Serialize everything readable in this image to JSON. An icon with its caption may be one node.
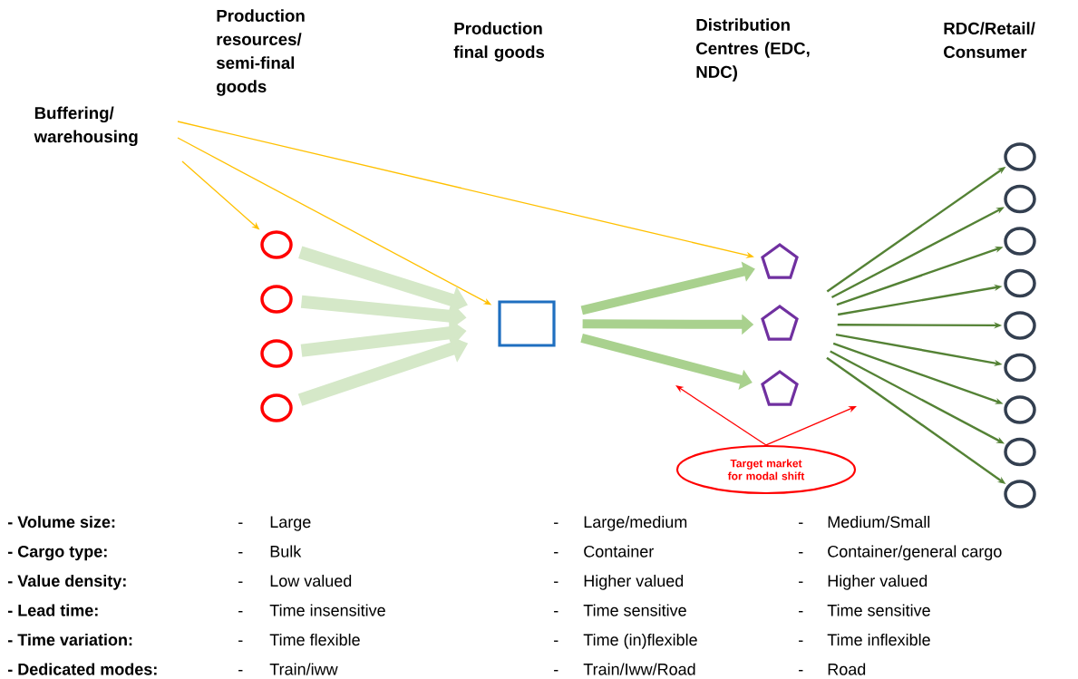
{
  "diagram": {
    "nodes": [
      {
        "text": [
          "Buffering/ warehousing"
        ]
      },
      {
        "text": [],
        "shape": "circle"
      },
      {
        "text": [],
        "shape": "circle"
      },
      {
        "text": [],
        "shape": "circle"
      },
      {
        "text": [],
        "shape": "circle"
      },
      {
        "text": [],
        "shape": "box"
      },
      {
        "text": [],
        "shape": "pentagon"
      },
      {
        "text": [],
        "shape": "pentagon"
      },
      {
        "text": [],
        "shape": "pentagon"
      },
      {
        "text": [],
        "shape": "circle"
      },
      {
        "text": [],
        "shape": "circle"
      },
      {
        "text": [],
        "shape": "circle"
      },
      {
        "text": [],
        "shape": "circle"
      },
      {
        "text": [],
        "shape": "circle"
      },
      {
        "text": [],
        "shape": "circle"
      },
      {
        "text": [],
        "shape": "circle"
      },
      {
        "text": [],
        "shape": "circle"
      },
      {
        "text": [],
        "shape": "circle"
      },
      {
        "text": [
          "Target market for modal shift"
        ]
      }
    ],
    "edges": [
      {
        "from": 0,
        "to": 1,
        "arrow": "to",
        "color": "#ffc000"
      },
      {
        "from": 0,
        "to": 5,
        "arrow": "to",
        "color": "#ffc000"
      },
      {
        "from": 0,
        "to": 6,
        "arrow": "to",
        "color": "#ffc000"
      },
      {
        "from": 1,
        "to": 5,
        "arrow": "to",
        "style": "thick",
        "color": "#d5e8c8"
      },
      {
        "from": 2,
        "to": 5,
        "arrow": "to",
        "style": "thick",
        "color": "#d5e8c8"
      },
      {
        "from": 3,
        "to": 5,
        "arrow": "to",
        "style": "thick",
        "color": "#d5e8c8"
      },
      {
        "from": 4,
        "to": 5,
        "arrow": "to",
        "style": "thick",
        "color": "#d5e8c8"
      },
      {
        "from": 5,
        "to": 6,
        "arrow": "to",
        "style": "thick",
        "color": "#a9d18e"
      },
      {
        "from": 5,
        "to": 7,
        "arrow": "to",
        "style": "thick",
        "color": "#a9d18e"
      },
      {
        "from": 5,
        "to": 8,
        "arrow": "to",
        "style": "thick",
        "color": "#a9d18e"
      },
      {
        "from": 7,
        "to": 9,
        "arrow": "to"
      },
      {
        "from": 7,
        "to": 10,
        "arrow": "to"
      },
      {
        "from": 7,
        "to": 11,
        "arrow": "to"
      },
      {
        "from": 7,
        "to": 12,
        "arrow": "to"
      },
      {
        "from": 7,
        "to": 13,
        "arrow": "to"
      },
      {
        "from": 7,
        "to": 14,
        "arrow": "to"
      },
      {
        "from": 7,
        "to": 15,
        "arrow": "to"
      },
      {
        "from": 7,
        "to": 16,
        "arrow": "to"
      },
      {
        "from": 7,
        "to": 17,
        "arrow": "to"
      },
      {
        "from": 18,
        "to": null,
        "arrow": "to",
        "color": "#ff0000"
      },
      {
        "from": 18,
        "to": null,
        "arrow": "to",
        "color": "#ff0000"
      }
    ],
    "labels": [
      "Production resources/ semi-final goods",
      "Production final goods",
      "Distribution Centres (EDC, NDC)",
      "RDC/Retail/ Consumer",
      "- Volume size:",
      "-",
      "Large",
      "-",
      "Large/medium",
      "-",
      "Medium/Small",
      "- Cargo type:",
      "-",
      "Bulk",
      "-",
      "Container",
      "-",
      "Container/general cargo",
      "- Value density:",
      "-",
      "Low valued",
      "-",
      "Higher valued",
      "-",
      "Higher valued",
      "- Lead time:",
      "-",
      "Time insensitive",
      "-",
      "Time sensitive",
      "-",
      "Time sensitive",
      "- Time variation:",
      "-",
      "Time flexible",
      "-",
      "Time (in)flexible",
      "-",
      "Time inflexible",
      "- Dedicated modes:",
      "-",
      "Train/iww",
      "-",
      "Train/Iww/Road",
      "-",
      "Road"
    ]
  }
}
